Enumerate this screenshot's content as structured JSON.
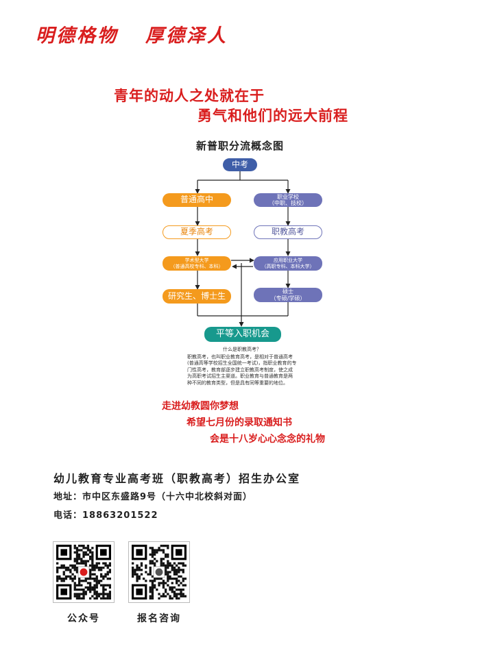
{
  "header": {
    "motto_left": "明德格物",
    "motto_right": "厚德泽人"
  },
  "slogan": {
    "line1": "青年的动人之处就在于",
    "line2": "勇气和他们的远大前程"
  },
  "diagram": {
    "title": "新普职分流概念图",
    "nodes": {
      "zhongkao": "中考",
      "putong": "普通高中",
      "zhiye_line1": "职业学校",
      "zhiye_line2": "（中职、技校）",
      "xiaji": "夏季高考",
      "zhijiao": "职教高考",
      "xueshu_line1": "学术型大学",
      "xueshu_line2": "（普通高校专科、本科）",
      "yingyong_line1": "应用职业大学",
      "yingyong_line2": "（高职专科、本科大学）",
      "yanjiusheng": "研究生、博士生",
      "shuoshi_line1": "硕士",
      "shuoshi_line2": "（专硕/学硕）",
      "pingdeng": "平等入职机会"
    },
    "explain_question": "什么是职教高考？",
    "explain_text": "职教高考，也叫职业教育高考，是相对于普通高考(普通高等学校招生全国统一考试)，指职业教育的专门性高考，教育部逐步建立职教高考制度，使之成为高职考试招生主渠道。职业教育与普通教育是两种不同的教育类型，但是具有同等重要的地位。"
  },
  "verse": {
    "line1": "走进幼教圆你梦想",
    "line2": "希望七月份的录取通知书",
    "line3": "会是十八岁心心念念的礼物"
  },
  "contact": {
    "office": "幼儿教育专业高考班（职教高考）招生办公室",
    "address": "地址：市中区东盛路9号（十六中北校斜对面）",
    "phone": "电话：18863201522"
  },
  "qr_codes": [
    {
      "label": "公众号"
    },
    {
      "label": "报名咨询"
    }
  ],
  "colors": {
    "accent_red": "#d91e1e",
    "orange": "#f49a1d",
    "purple_blue": "#6e73b8",
    "navy": "#3f5ea8",
    "teal": "#17998d"
  }
}
